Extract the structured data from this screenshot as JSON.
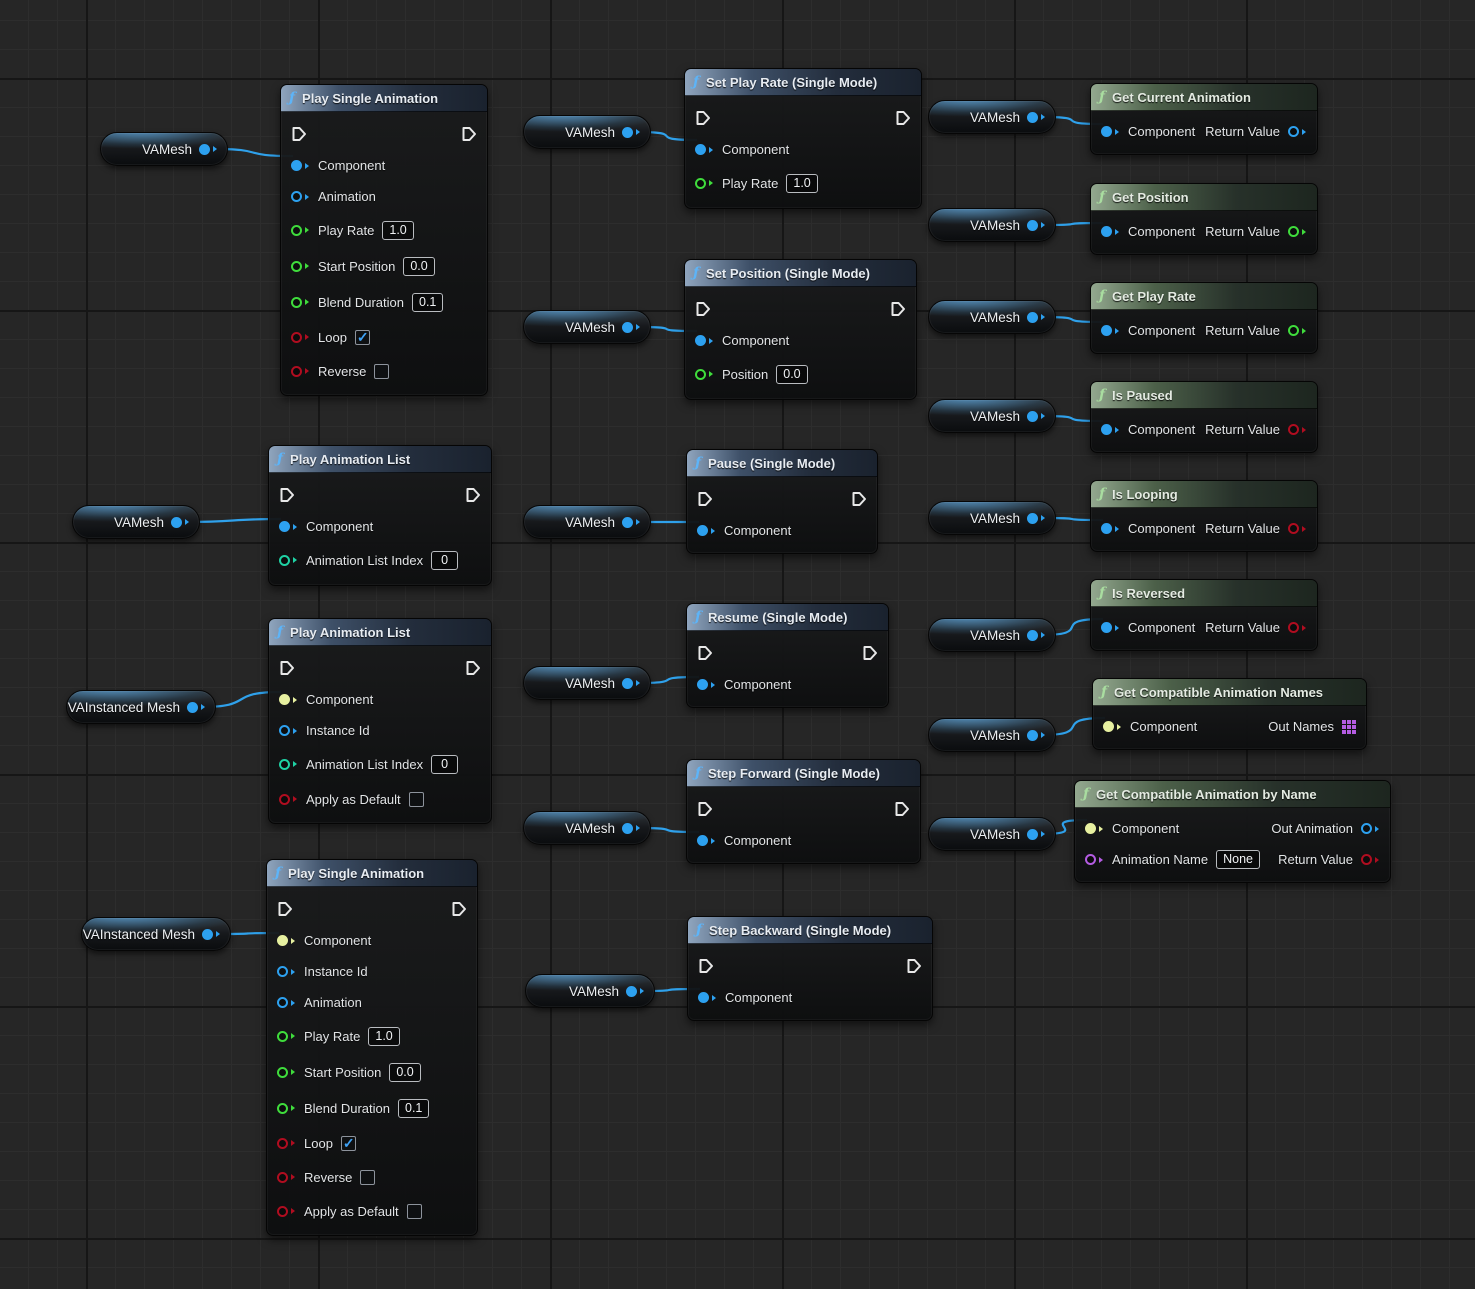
{
  "colors": {
    "canvas_bg": "#262626",
    "grid_minor": "#2d2d2d",
    "grid_major": "#161616",
    "wire": "#2fa8f5",
    "header_blue": "#3e5068",
    "header_green": "#4c6049",
    "pin_exec": "#e8e8e8",
    "pin_object": "#2da1f0",
    "pin_component_class": "#e7f0a0",
    "pin_float": "#3fdc3c",
    "pin_int": "#1fd2a4",
    "pin_bool": "#b00d20",
    "pin_name": "#b45ce2",
    "checkbox_check": "#3fa2f6"
  },
  "icons": {
    "function_icon": "ƒ"
  },
  "graph": {
    "variables": [
      {
        "id": "l1",
        "label": "VAMesh"
      },
      {
        "id": "l2",
        "label": "VAMesh"
      },
      {
        "id": "l3",
        "label": "VAInstanced Mesh"
      },
      {
        "id": "l4",
        "label": "VAInstanced Mesh"
      },
      {
        "id": "m1",
        "label": "VAMesh"
      },
      {
        "id": "m2",
        "label": "VAMesh"
      },
      {
        "id": "m3",
        "label": "VAMesh"
      },
      {
        "id": "m4",
        "label": "VAMesh"
      },
      {
        "id": "m5",
        "label": "VAMesh"
      },
      {
        "id": "m6",
        "label": "VAMesh"
      },
      {
        "id": "r1",
        "label": "VAMesh"
      },
      {
        "id": "r2",
        "label": "VAMesh"
      },
      {
        "id": "r3",
        "label": "VAMesh"
      },
      {
        "id": "r4",
        "label": "VAMesh"
      },
      {
        "id": "r5",
        "label": "VAMesh"
      },
      {
        "id": "r6",
        "label": "VAMesh"
      },
      {
        "id": "r7",
        "label": "VAMesh"
      },
      {
        "id": "r8",
        "label": "VAMesh"
      }
    ],
    "nodes": [
      {
        "id": "psa1",
        "title": "Play Single Animation",
        "header": "blue",
        "rows": [
          {
            "exec": true
          },
          {
            "left": {
              "name": "Component",
              "type": "object",
              "filled": true
            }
          },
          {
            "left": {
              "name": "Animation",
              "type": "object"
            }
          },
          {
            "tall": true,
            "left": {
              "name": "Play Rate",
              "type": "float",
              "value": "1.0"
            }
          },
          {
            "tall": true,
            "left": {
              "name": "Start Position",
              "type": "float",
              "value": "0.0"
            }
          },
          {
            "tall": true,
            "left": {
              "name": "Blend Duration",
              "type": "float",
              "value": "0.1"
            }
          },
          {
            "left": {
              "name": "Loop",
              "type": "bool",
              "checkbox": true,
              "checked": true
            }
          },
          {
            "left": {
              "name": "Reverse",
              "type": "bool",
              "checkbox": true,
              "checked": false
            }
          }
        ]
      },
      {
        "id": "pal1",
        "title": "Play Animation List",
        "header": "blue",
        "rows": [
          {
            "exec": true
          },
          {
            "left": {
              "name": "Component",
              "type": "object",
              "filled": true
            }
          },
          {
            "tall": true,
            "left": {
              "name": "Animation List Index",
              "type": "int",
              "value": "0"
            }
          }
        ]
      },
      {
        "id": "pal2",
        "title": "Play Animation List",
        "header": "blue",
        "rows": [
          {
            "exec": true
          },
          {
            "left": {
              "name": "Component",
              "type": "class",
              "filled": true
            }
          },
          {
            "left": {
              "name": "Instance Id",
              "type": "object"
            }
          },
          {
            "tall": true,
            "left": {
              "name": "Animation List Index",
              "type": "int",
              "value": "0"
            }
          },
          {
            "left": {
              "name": "Apply as Default",
              "type": "bool",
              "checkbox": true,
              "checked": false
            }
          }
        ]
      },
      {
        "id": "psa2",
        "title": "Play Single Animation",
        "header": "blue",
        "rows": [
          {
            "exec": true
          },
          {
            "left": {
              "name": "Component",
              "type": "class",
              "filled": true
            }
          },
          {
            "left": {
              "name": "Instance Id",
              "type": "object"
            }
          },
          {
            "left": {
              "name": "Animation",
              "type": "object"
            }
          },
          {
            "tall": true,
            "left": {
              "name": "Play Rate",
              "type": "float",
              "value": "1.0"
            }
          },
          {
            "tall": true,
            "left": {
              "name": "Start Position",
              "type": "float",
              "value": "0.0"
            }
          },
          {
            "tall": true,
            "left": {
              "name": "Blend Duration",
              "type": "float",
              "value": "0.1"
            }
          },
          {
            "left": {
              "name": "Loop",
              "type": "bool",
              "checkbox": true,
              "checked": true
            }
          },
          {
            "left": {
              "name": "Reverse",
              "type": "bool",
              "checkbox": true,
              "checked": false
            }
          },
          {
            "left": {
              "name": "Apply as Default",
              "type": "bool",
              "checkbox": true,
              "checked": false
            }
          }
        ]
      },
      {
        "id": "spr",
        "title": "Set Play Rate (Single Mode)",
        "header": "blue",
        "rows": [
          {
            "exec": true
          },
          {
            "left": {
              "name": "Component",
              "type": "object",
              "filled": true
            }
          },
          {
            "tall": true,
            "left": {
              "name": "Play Rate",
              "type": "float",
              "value": "1.0"
            }
          }
        ]
      },
      {
        "id": "spos",
        "title": "Set Position (Single Mode)",
        "header": "blue",
        "rows": [
          {
            "exec": true
          },
          {
            "left": {
              "name": "Component",
              "type": "object",
              "filled": true
            }
          },
          {
            "tall": true,
            "left": {
              "name": "Position",
              "type": "float",
              "value": "0.0"
            }
          }
        ]
      },
      {
        "id": "pause",
        "title": "Pause (Single Mode)",
        "header": "blue",
        "rows": [
          {
            "exec": true
          },
          {
            "left": {
              "name": "Component",
              "type": "object",
              "filled": true
            }
          }
        ]
      },
      {
        "id": "resume",
        "title": "Resume (Single Mode)",
        "header": "blue",
        "rows": [
          {
            "exec": true
          },
          {
            "left": {
              "name": "Component",
              "type": "object",
              "filled": true
            }
          }
        ]
      },
      {
        "id": "stepf",
        "title": "Step Forward (Single Mode)",
        "header": "blue",
        "rows": [
          {
            "exec": true
          },
          {
            "left": {
              "name": "Component",
              "type": "object",
              "filled": true
            }
          }
        ]
      },
      {
        "id": "stepb",
        "title": "Step Backward (Single Mode)",
        "header": "blue",
        "rows": [
          {
            "exec": true
          },
          {
            "left": {
              "name": "Component",
              "type": "object",
              "filled": true
            }
          }
        ]
      },
      {
        "id": "getcur",
        "title": "Get Current Animation",
        "header": "green",
        "rows": [
          {
            "left": {
              "name": "Component",
              "type": "object",
              "filled": true
            },
            "right": {
              "name": "Return Value",
              "type": "object"
            }
          }
        ]
      },
      {
        "id": "getpos",
        "title": "Get Position",
        "header": "green",
        "rows": [
          {
            "left": {
              "name": "Component",
              "type": "object",
              "filled": true
            },
            "right": {
              "name": "Return Value",
              "type": "float"
            }
          }
        ]
      },
      {
        "id": "getrate",
        "title": "Get Play Rate",
        "header": "green",
        "rows": [
          {
            "left": {
              "name": "Component",
              "type": "object",
              "filled": true
            },
            "right": {
              "name": "Return Value",
              "type": "float"
            }
          }
        ]
      },
      {
        "id": "ispaused",
        "title": "Is Paused",
        "header": "green",
        "rows": [
          {
            "left": {
              "name": "Component",
              "type": "object",
              "filled": true
            },
            "right": {
              "name": "Return Value",
              "type": "bool"
            }
          }
        ]
      },
      {
        "id": "islooping",
        "title": "Is Looping",
        "header": "green",
        "rows": [
          {
            "left": {
              "name": "Component",
              "type": "object",
              "filled": true
            },
            "right": {
              "name": "Return Value",
              "type": "bool"
            }
          }
        ]
      },
      {
        "id": "isreversed",
        "title": "Is Reversed",
        "header": "green",
        "rows": [
          {
            "left": {
              "name": "Component",
              "type": "object",
              "filled": true
            },
            "right": {
              "name": "Return Value",
              "type": "bool"
            }
          }
        ]
      },
      {
        "id": "getnames",
        "title": "Get Compatible Animation Names",
        "header": "green",
        "rows": [
          {
            "left": {
              "name": "Component",
              "type": "class",
              "filled": true
            },
            "right": {
              "name": "Out Names",
              "type": "name",
              "array": true
            }
          }
        ]
      },
      {
        "id": "byname",
        "title": "Get Compatible Animation by Name",
        "header": "green",
        "rows": [
          {
            "left": {
              "name": "Component",
              "type": "class",
              "filled": true
            },
            "right": {
              "name": "Out Animation",
              "type": "object"
            }
          },
          {
            "left": {
              "name": "Animation Name",
              "type": "name",
              "value": "None"
            },
            "right": {
              "name": "Return Value",
              "type": "bool"
            }
          }
        ]
      }
    ]
  }
}
